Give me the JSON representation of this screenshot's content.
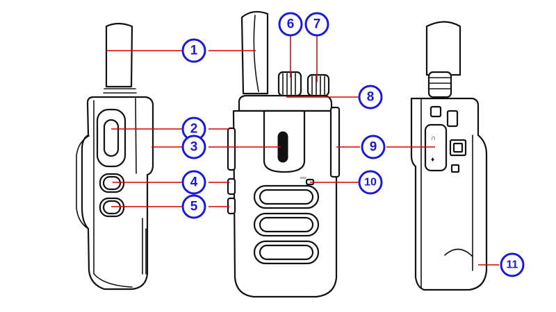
{
  "callouts": [
    {
      "number": "1"
    },
    {
      "number": "2"
    },
    {
      "number": "3"
    },
    {
      "number": "4"
    },
    {
      "number": "5"
    },
    {
      "number": "6"
    },
    {
      "number": "7"
    },
    {
      "number": "8"
    },
    {
      "number": "9"
    },
    {
      "number": "10"
    },
    {
      "number": "11"
    }
  ],
  "colors": {
    "callout_ring": "#1a1ad6",
    "leader_line": "#d40000",
    "device_outline": "#111111"
  }
}
